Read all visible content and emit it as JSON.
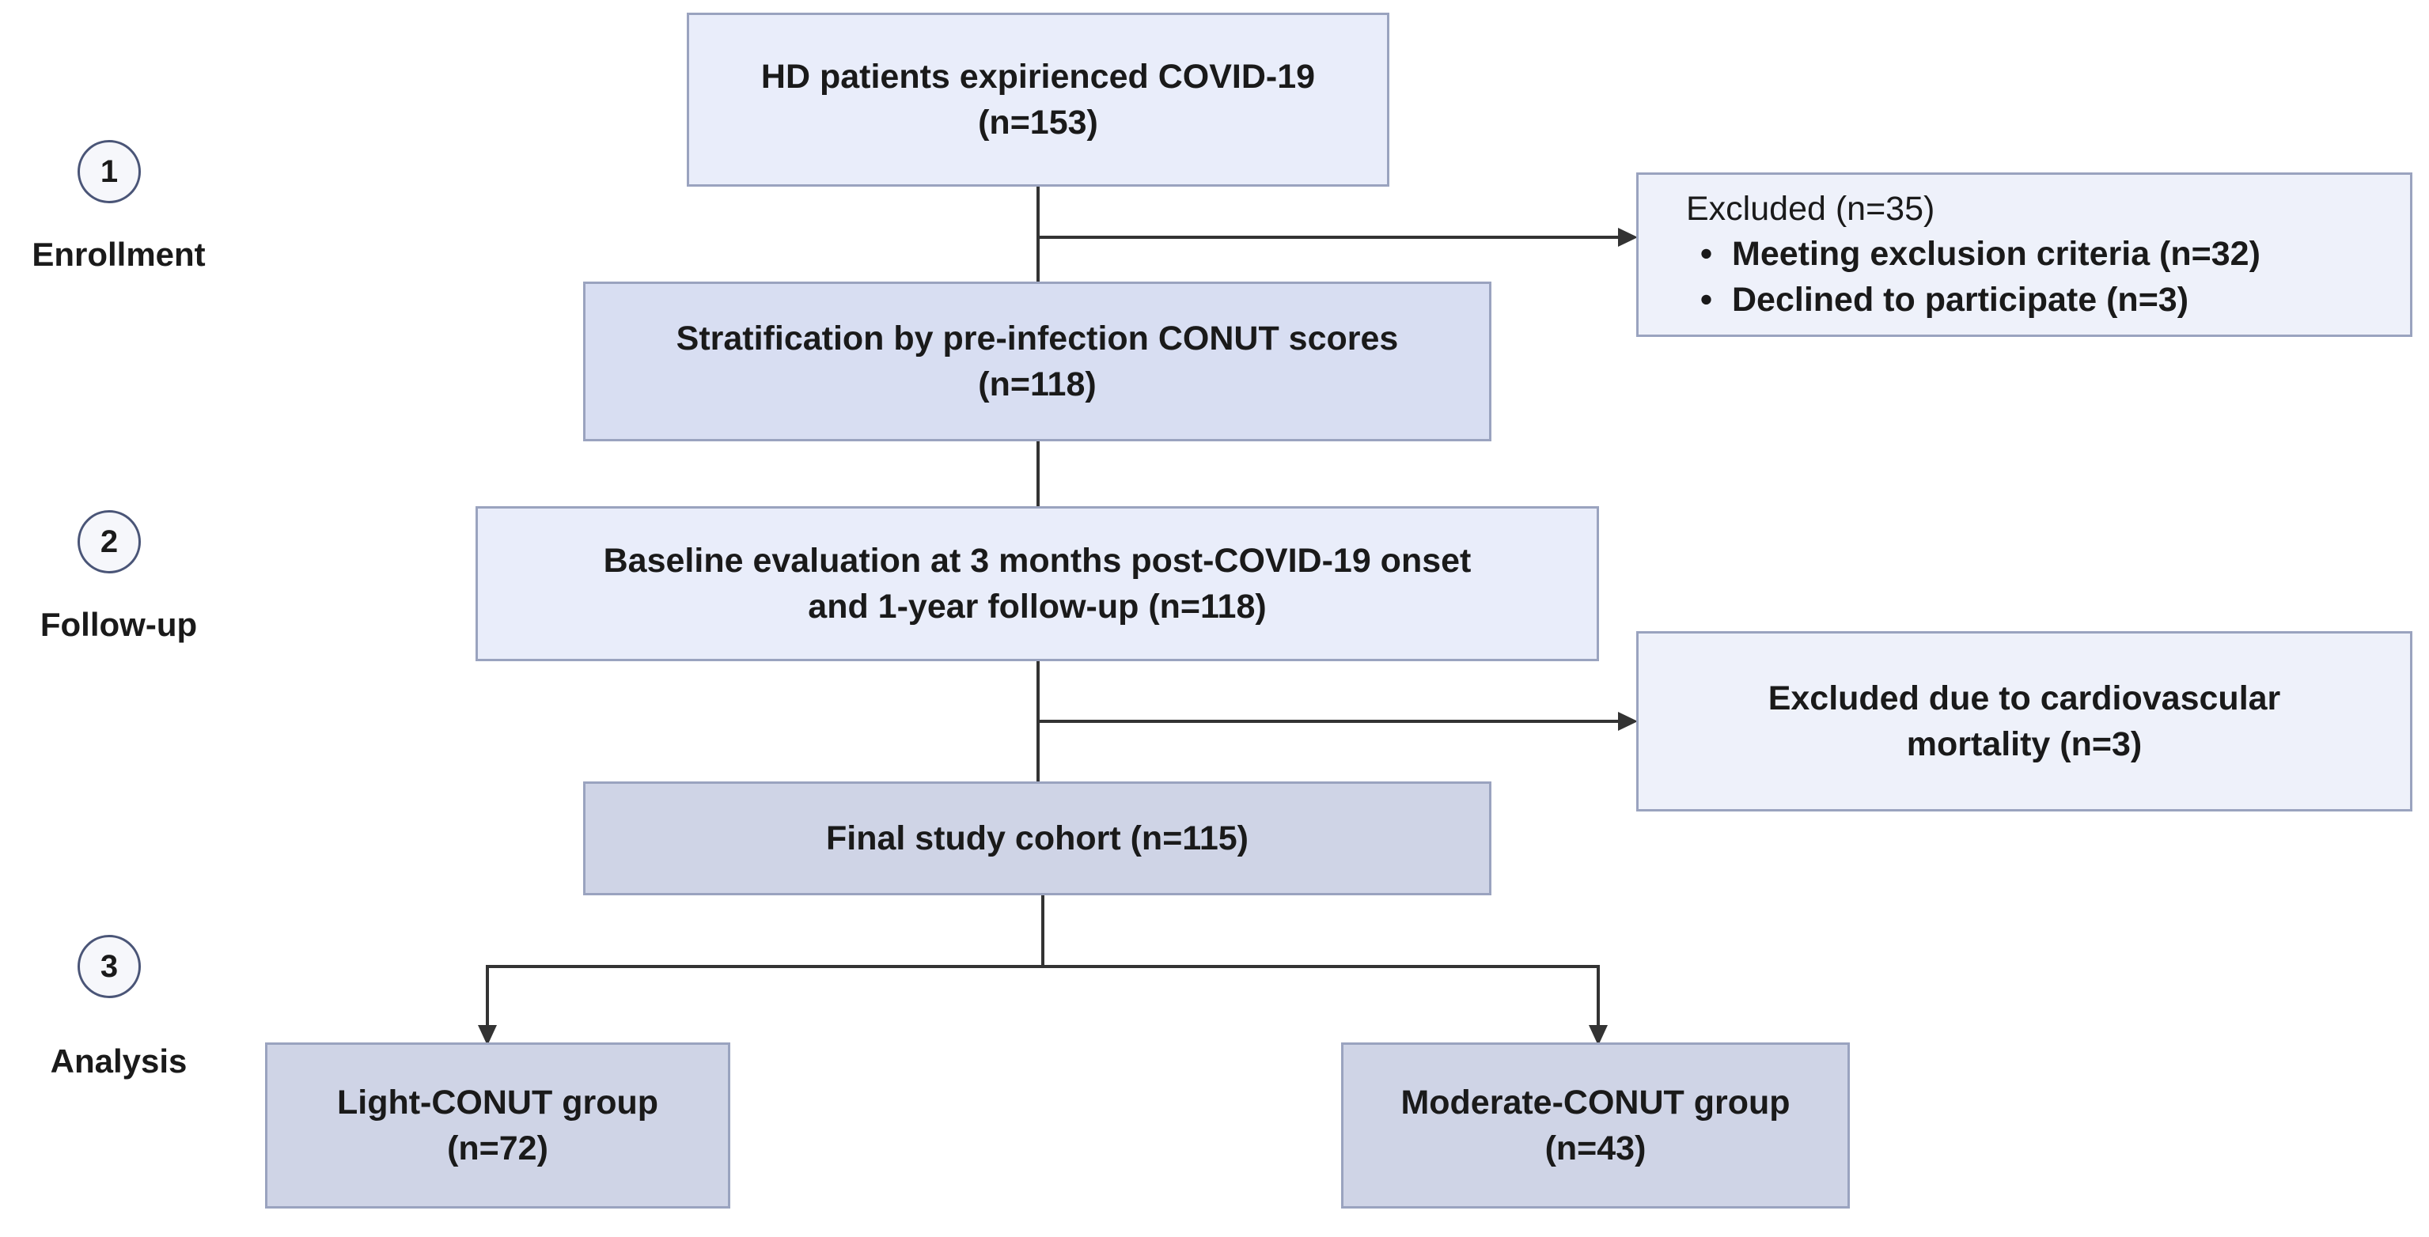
{
  "stages": [
    {
      "number": "1",
      "label": "Enrollment"
    },
    {
      "number": "2",
      "label": "Follow-up"
    },
    {
      "number": "3",
      "label": "Analysis"
    }
  ],
  "boxes": {
    "hd_patients": {
      "line1": "HD patients expirienced COVID-19",
      "line2": "(n=153)"
    },
    "stratification": {
      "line1": "Stratification by pre-infection CONUT scores",
      "line2": "(n=118)"
    },
    "baseline": {
      "line1": "Baseline evaluation at 3 months post-COVID-19 onset",
      "line2": "and 1-year follow-up (n=118)"
    },
    "final_cohort": {
      "line1": "Final study cohort (n=115)"
    },
    "light_group": {
      "line1": "Light-CONUT group",
      "line2": "(n=72)"
    },
    "moderate_group": {
      "line1": "Moderate-CONUT group",
      "line2": "(n=43)"
    }
  },
  "exclusions": {
    "first": {
      "title": "Excluded (n=35)",
      "items": [
        "Meeting exclusion criteria (n=32)",
        "Declined to participate (n=3)"
      ]
    },
    "second": {
      "line1": "Excluded due to cardiovascular",
      "line2": "mortality (n=3)"
    }
  }
}
